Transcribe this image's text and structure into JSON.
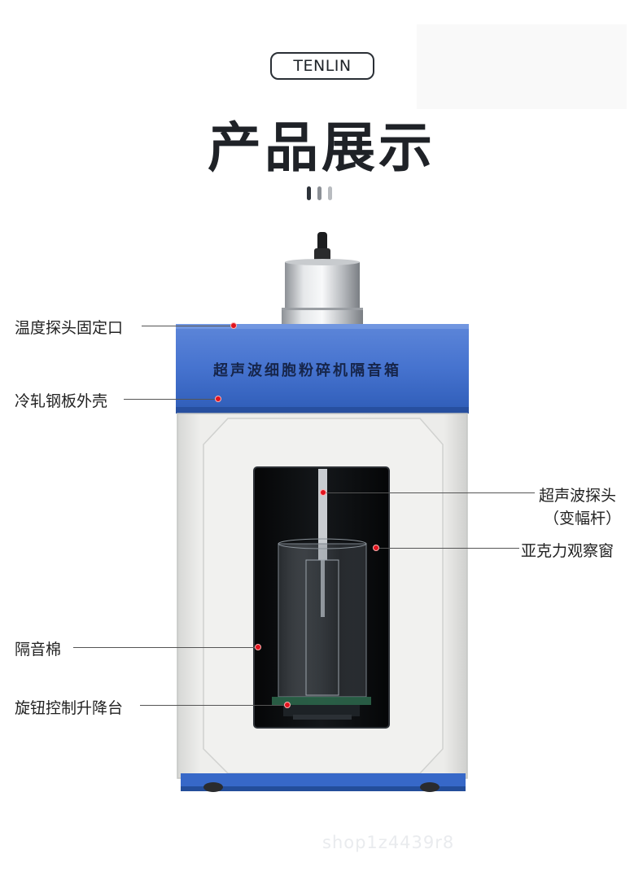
{
  "brand": "TENLIN",
  "page_title": "产品展示",
  "device_panel_text": "超声波细胞粉碎机隔音箱",
  "callouts": {
    "temp_port": "温度探头固定口",
    "shell": "冷轧钢板外壳",
    "probe_line1": "超声波探头",
    "probe_line2": "（变幅杆）",
    "window": "亚克力观察窗",
    "foam": "隔音棉",
    "lift": "旋钮控制升降台"
  },
  "watermark": "shop1z4439r8",
  "colors": {
    "accent_blue": "#3f6fd0",
    "marker_red": "#e0141e",
    "cabinet_grey": "#e9e9e6"
  },
  "icons": [
    "indicator-dots-icon",
    "red-marker-dot"
  ]
}
